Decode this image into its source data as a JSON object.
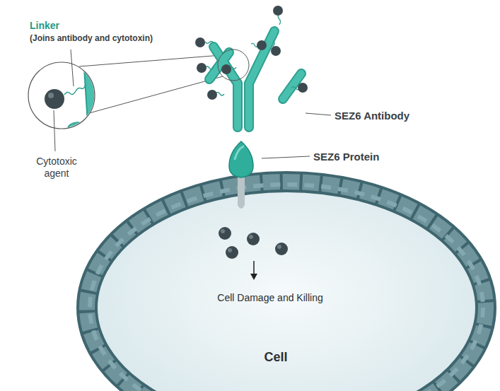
{
  "diagram": {
    "nodes": [
      {
        "text": [
          "Cell Damage and Killing",
          "Cell"
        ]
      }
    ],
    "labels": [
      "Linker",
      "(Joins antibody and cytotoxin)",
      "Cytotoxic agent",
      "SEZ6 Antibody",
      "SEZ6 Protein"
    ]
  }
}
